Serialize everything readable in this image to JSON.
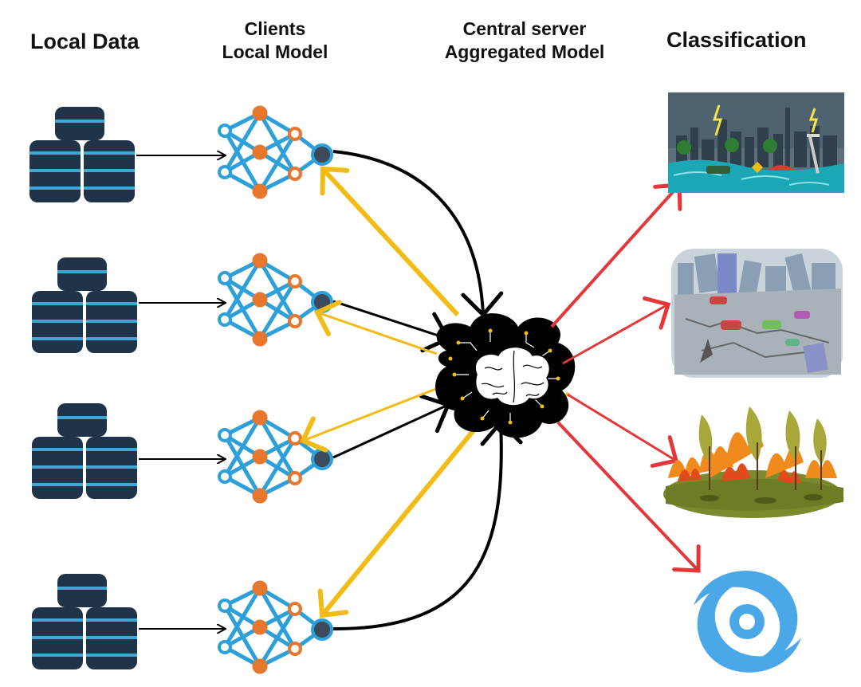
{
  "headers": {
    "local_data": "Local Data",
    "clients_line1": "Clients",
    "clients_line2": "Local Model",
    "server_line1": "Central server",
    "server_line2": "Aggregated Model",
    "classification": "Classification"
  },
  "clients": [
    {
      "id": "client-1"
    },
    {
      "id": "client-2"
    },
    {
      "id": "client-3"
    },
    {
      "id": "client-4"
    }
  ],
  "classes": [
    {
      "icon": "flood-storm-icon"
    },
    {
      "icon": "earthquake-icon"
    },
    {
      "icon": "wildfire-icon"
    },
    {
      "icon": "cyclone-icon"
    }
  ],
  "colors": {
    "database": "#1f3448",
    "database_stripe": "#3fa7d6",
    "nn_edge": "#2d9fd9",
    "nn_node_outline": "#e8772e",
    "upload_arrow": "#000000",
    "download_arrow": "#f2bb16",
    "classify_arrow": "#e5363a",
    "cyclone": "#4aa8e8"
  }
}
